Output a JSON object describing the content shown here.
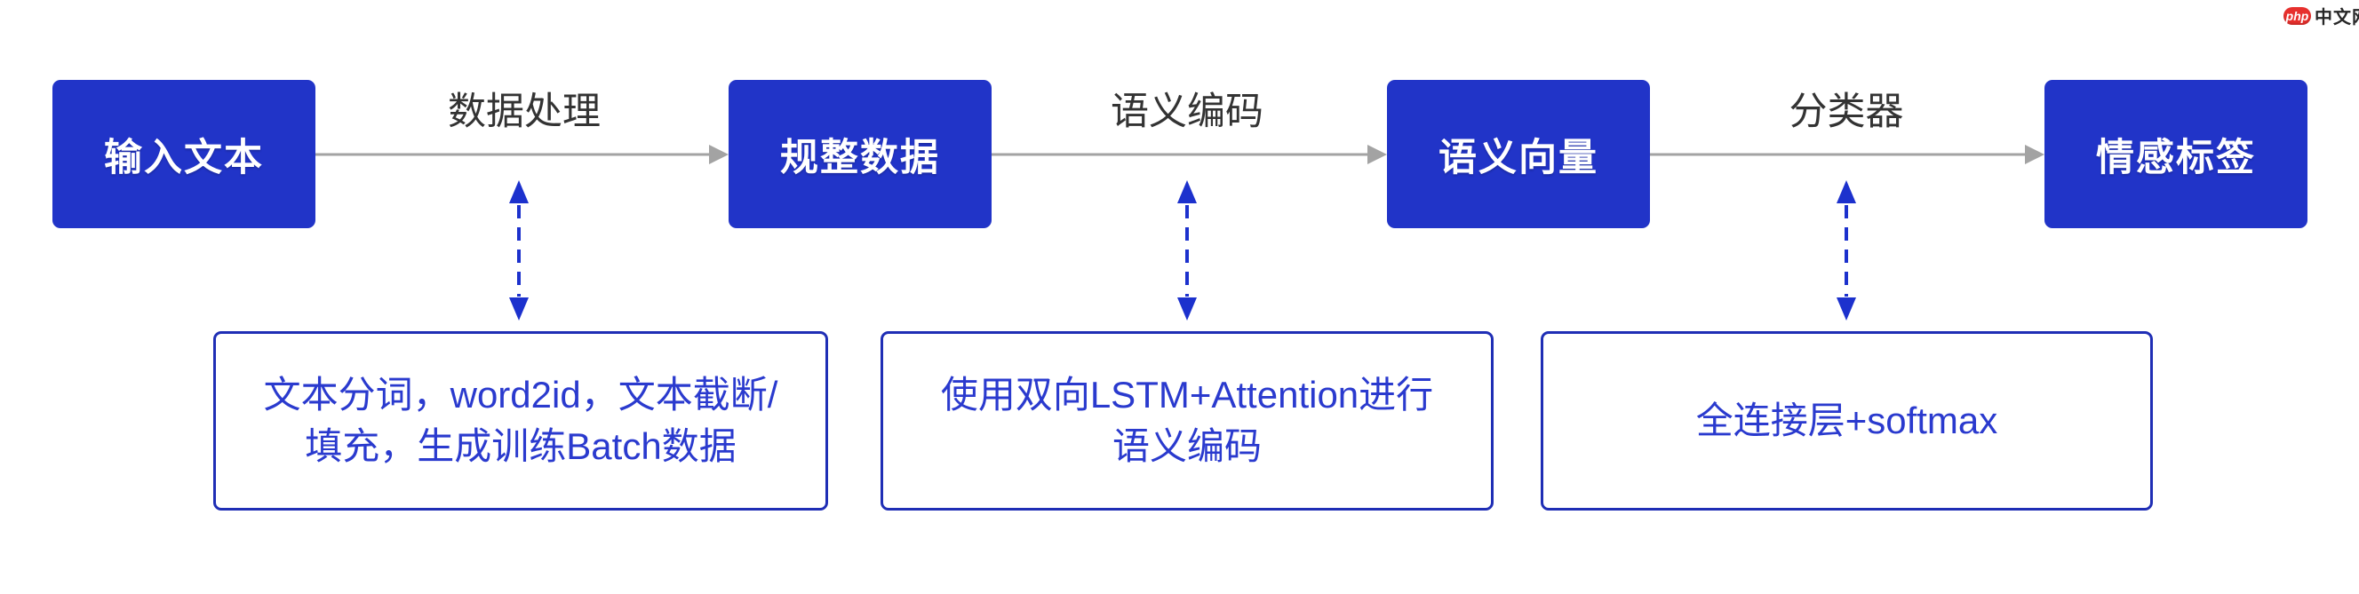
{
  "logo": {
    "badge": "php",
    "site": "中文网"
  },
  "flow": {
    "nodes": [
      {
        "label": "输入文本"
      },
      {
        "label": "规整数据"
      },
      {
        "label": "语义向量"
      },
      {
        "label": "情感标签"
      }
    ],
    "edges": [
      {
        "label": "数据处理"
      },
      {
        "label": "语义编码"
      },
      {
        "label": "分类器"
      }
    ],
    "notes": [
      {
        "line1": "文本分词，word2id，文本截断/",
        "line2": "填充，生成训练Batch数据"
      },
      {
        "line1": "使用双向LSTM+Attention进行",
        "line2": "语义编码"
      },
      {
        "line1": "全连接层+softmax",
        "line2": ""
      }
    ]
  },
  "colors": {
    "node_fill": "#2134c8",
    "node_text": "#ffffff",
    "connector_gray": "#a3a3a3",
    "edge_label_text": "#333333",
    "dashed_arrow_blue": "#1c31cd",
    "note_border": "#1f2eb5",
    "note_text": "#2a3ace",
    "logo_badge_red": "#e7302d",
    "background": "#ffffff"
  }
}
